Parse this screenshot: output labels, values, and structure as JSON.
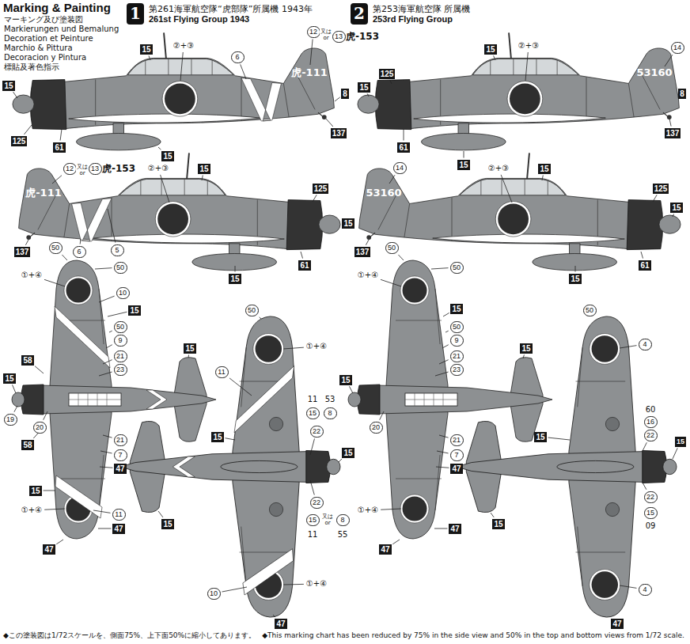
{
  "diagram": {
    "title": "Marking & Painting",
    "nodes": [
      {
        "text": [
          "1",
          "第261海軍航空隊“虎部隊”所属機 1943年",
          "261st Flying Group 1943"
        ]
      },
      {
        "text": [
          "2",
          "第253海軍航空隊 所属機",
          "253rd Flying Group"
        ]
      }
    ],
    "labels": [
      "マーキング及び塗装図",
      "Markierungen und Bemalung",
      "Decoration et Peinture",
      "Marchio & Pittura",
      "Decoracion y Pintura",
      "標貼及著色指示",
      "15",
      "125",
      "61",
      "15",
      "15",
      "②+③",
      "6",
      "12",
      "又は or",
      "13",
      "虎-153",
      "虎-111",
      "8",
      "137",
      "15",
      "125",
      "61",
      "15",
      "②+③",
      "14",
      "53160",
      "8",
      "137",
      "15",
      "虎-111",
      "12",
      "又は or",
      "13",
      "虎-153",
      "②+③",
      "15",
      "125",
      "15",
      "61",
      "15",
      "137",
      "6",
      "5",
      "53160",
      "14",
      "②+③",
      "15",
      "125",
      "15",
      "61",
      "15",
      "137",
      "50",
      "50",
      "①+④",
      "10",
      "15",
      "50",
      "9",
      "21",
      "23",
      "58",
      "15",
      "15",
      "19",
      "20",
      "58",
      "21",
      "7",
      "47",
      "15",
      "①+④",
      "11",
      "47",
      "47",
      "50",
      "①+④",
      "11",
      "15",
      "11",
      "53",
      "15",
      "8",
      "22",
      "15",
      "22",
      "15",
      "又は or",
      "8",
      "11",
      "55",
      "15",
      "10",
      "①+④",
      "47",
      "50",
      "50",
      "①+④",
      "15",
      "50",
      "9",
      "21",
      "23",
      "15",
      "15",
      "20",
      "21",
      "7",
      "47",
      "①+④",
      "47",
      "47",
      "50",
      "4",
      "60",
      "16",
      "22",
      "15",
      "15",
      "22",
      "15",
      "09",
      "15",
      "4",
      "47",
      "◆この塗装図は1/72スケールを、側面75%、上下面50%に縮小してあります。",
      "◆This marking chart has been reduced by 75% in the side view and 50% in the top and bottom views from 1/72 scale."
    ]
  }
}
